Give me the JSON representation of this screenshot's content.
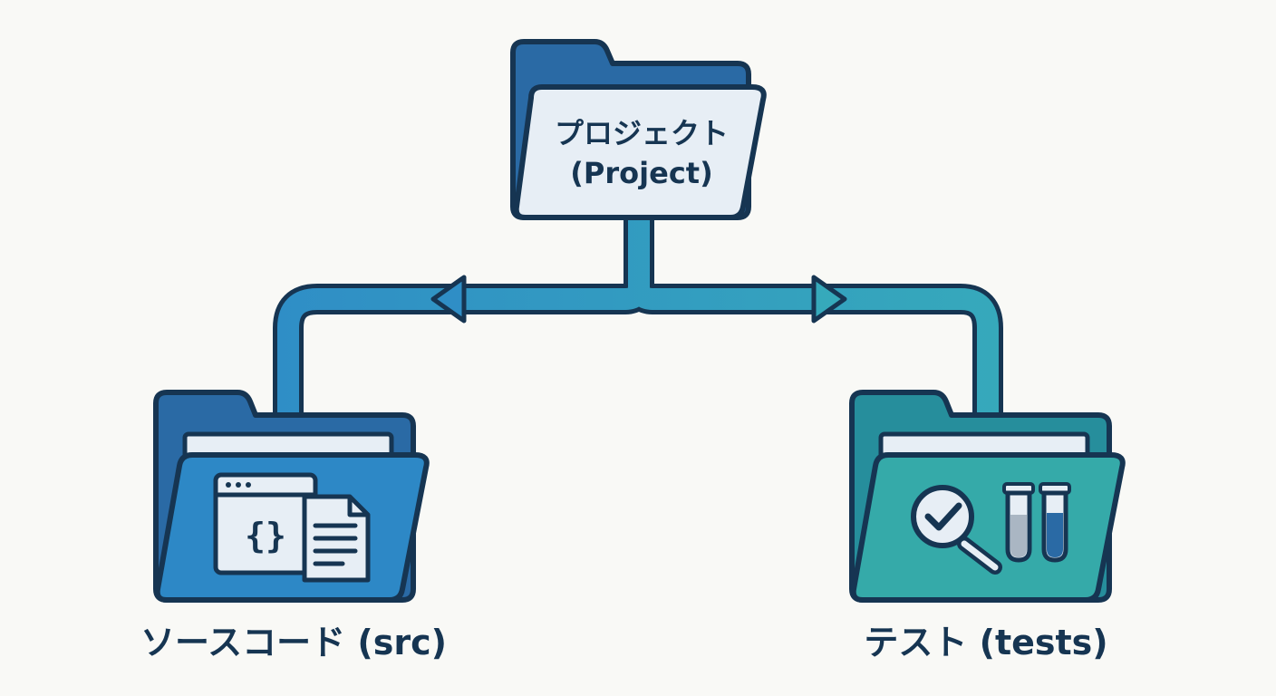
{
  "root": {
    "label_line1": "プロジェクト",
    "label_line2": "(Project)"
  },
  "children": [
    {
      "id": "src",
      "label": "ソースコード (src)",
      "icon": "code-file-icon"
    },
    {
      "id": "tests",
      "label": "テスト (tests)",
      "icon": "test-tubes-magnifier-icon"
    }
  ],
  "colors": {
    "outline": "#163552",
    "folder_dark": "#2a6aa5",
    "folder_blue": "#2d88c6",
    "folder_teal_dark": "#268e9c",
    "folder_teal": "#35aaa9",
    "paper": "#e7eef5",
    "connector_left": "#2f8ec6",
    "connector_right": "#36a9bb",
    "background": "#f9f9f6"
  }
}
